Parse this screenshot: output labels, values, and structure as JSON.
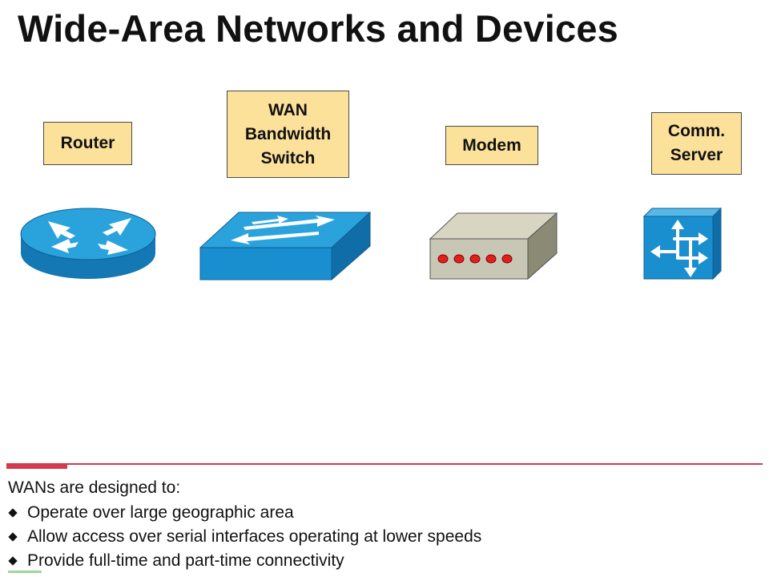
{
  "slide": {
    "title": "Wide-Area Networks and Devices"
  },
  "devices": [
    {
      "label": "Router",
      "icon": "router-icon"
    },
    {
      "label": "WAN\nBandwidth\nSwitch",
      "icon": "wan-switch-icon"
    },
    {
      "label": "Modem",
      "icon": "modem-icon"
    },
    {
      "label": "Comm.\nServer",
      "icon": "comm-server-icon"
    }
  ],
  "summary": {
    "intro": "WANs are designed to:",
    "bullets": [
      "Operate over large geographic area",
      "Allow access over serial interfaces operating at lower speeds",
      "Provide full-time and part-time connectivity"
    ]
  },
  "colors": {
    "label_fill": "#fbe19a",
    "device_blue": "#1e9ad6",
    "modem_gray": "#c8c6b4",
    "modem_led": "#e02020",
    "accent_red": "#d33a4c"
  }
}
